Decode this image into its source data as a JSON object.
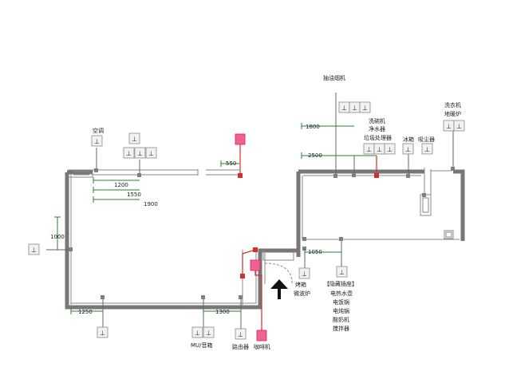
{
  "labels": {
    "aircon": "空调",
    "range_hood": "抽油烟机",
    "dishwasher": "洗碗机",
    "water_purifier": "净水器",
    "garbage_disposer": "垃圾处理器",
    "fridge": "冰箱",
    "vacuum": "吸尘器",
    "washer": "洗衣机",
    "floor_heater": "地暖炉",
    "oven": "烤箱",
    "microwave": "微波炉",
    "hidden_header": "【隐藏插座】",
    "hidden_items": [
      "电热水壶",
      "电饭锅",
      "电炖锅",
      "酸奶机",
      "搅拌器"
    ],
    "mu": "MU/音箱",
    "router": "路由器",
    "coffee": "咖啡机"
  },
  "dimensions": {
    "d550": "550",
    "d1200": "1200",
    "d1550": "1550",
    "d1900": "1900",
    "d1000": "1000",
    "d1250": "1250",
    "d1300": "1300",
    "d1800": "1800",
    "d2500": "2500",
    "d1050": "1050"
  },
  "colors": {
    "wall": "#777777",
    "dimension": "#2e7d32",
    "highlight": "#f06292",
    "lead_red": "#d32f2f"
  }
}
